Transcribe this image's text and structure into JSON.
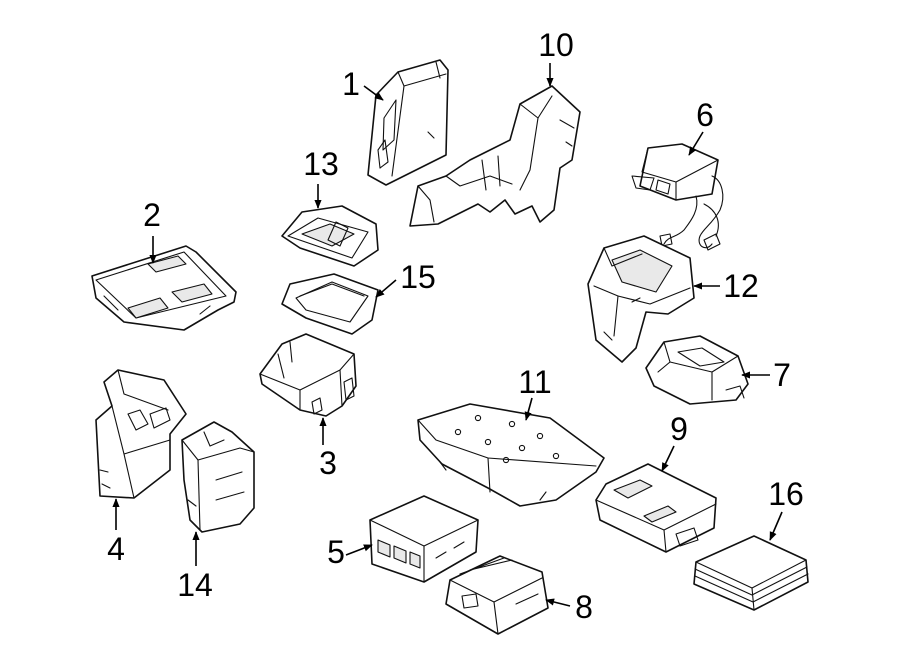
{
  "callouts": [
    "1",
    "2",
    "3",
    "4",
    "5",
    "6",
    "7",
    "8",
    "9",
    "10",
    "11",
    "12",
    "13",
    "14",
    "15",
    "16"
  ],
  "colors": {
    "line": "#111111",
    "background": "#ffffff",
    "shade": "#e9e9e9"
  }
}
